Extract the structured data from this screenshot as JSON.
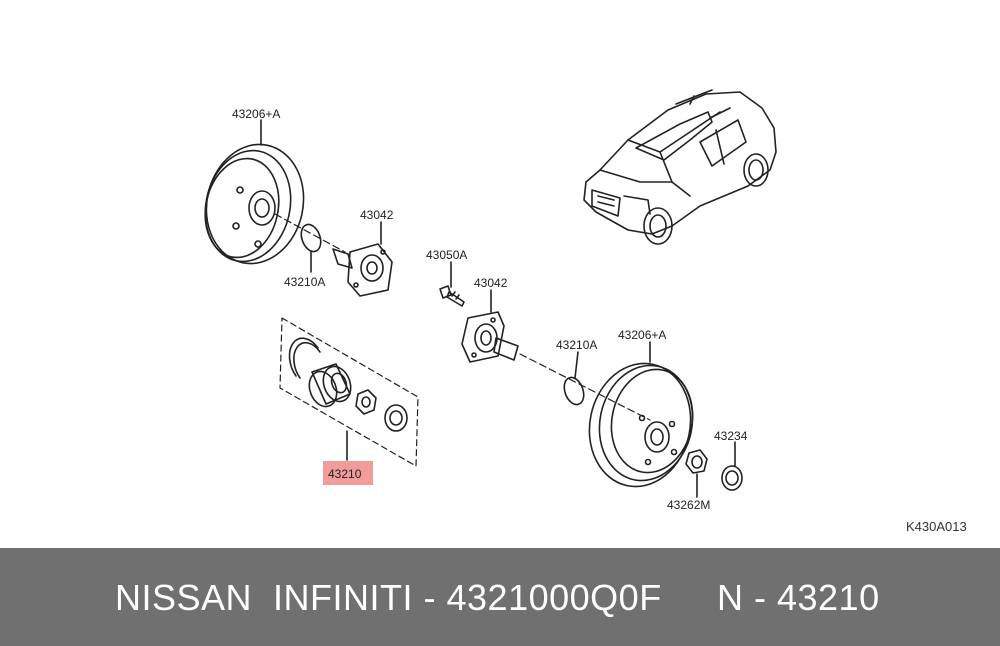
{
  "diagram": {
    "labels": {
      "drum_top": "43206+A",
      "ring_top": "43210A",
      "spindle_top": "43042",
      "bolt": "43050A",
      "spindle_mid": "43042",
      "ring_mid": "43210A",
      "drum_bottom": "43206+A",
      "bearing_kit": "43210",
      "cap": "43234",
      "nut": "43262M"
    },
    "diagram_code": "K430A013",
    "highlight_color": "#f08a8a"
  },
  "footer": {
    "left_text": "NISSAN  INFINITI - 4321000Q0F",
    "right_text": "N - 43210"
  }
}
